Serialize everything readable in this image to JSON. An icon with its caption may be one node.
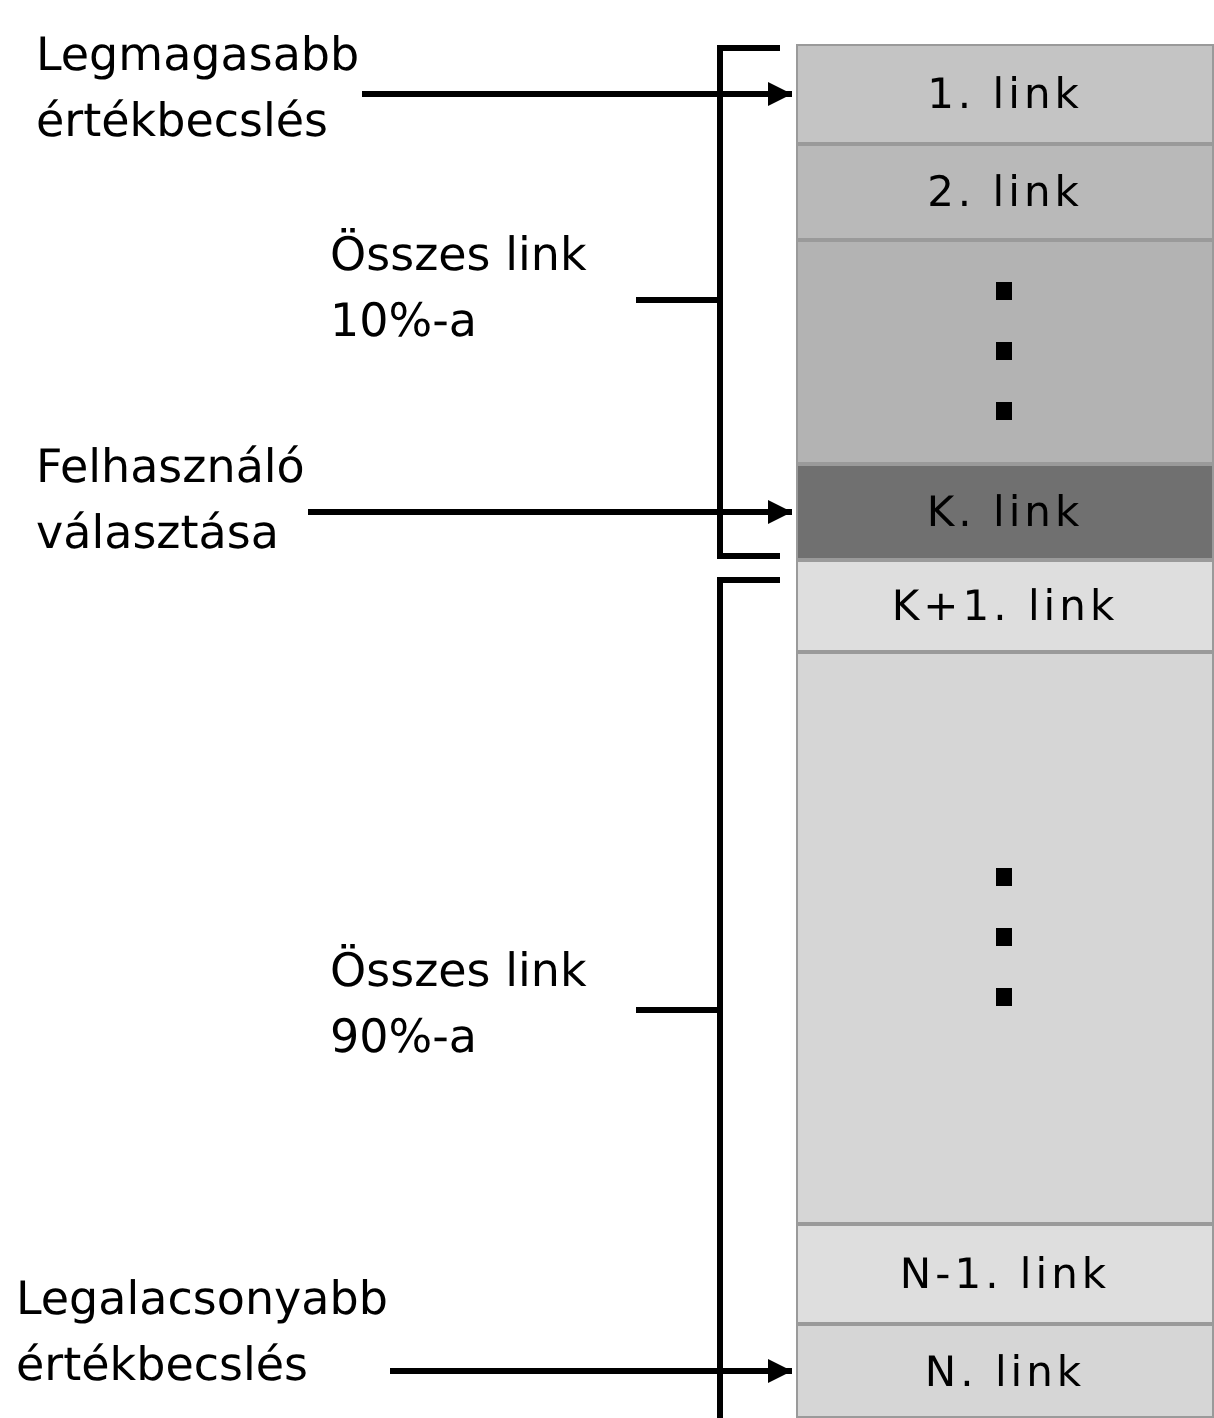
{
  "diagram": {
    "nodes": [
      {
        "text": [
          "Legmagasabb értékbecslés"
        ]
      },
      {
        "text": [
          "1. link"
        ]
      },
      {
        "text": [
          "2. link"
        ]
      },
      {
        "text": [],
        "shape": "box"
      },
      {
        "text": [
          "Felhasználó választása"
        ]
      },
      {
        "text": [
          "K. link"
        ]
      },
      {
        "text": [
          "K+1. link"
        ]
      },
      {
        "text": [],
        "shape": "box"
      },
      {
        "text": [
          "N-1. link"
        ]
      },
      {
        "text": [
          "Legalacsonyabb értékbecslés"
        ]
      },
      {
        "text": [
          "N. link"
        ]
      }
    ],
    "edges": [
      {
        "from": 0,
        "to": 1,
        "arrow": "to"
      },
      {
        "from": 4,
        "to": 5,
        "arrow": "to"
      },
      {
        "from": 9,
        "to": 10,
        "arrow": "to"
      }
    ],
    "labels": [
      "Összes link 10%-a",
      "Összes link 90%-a"
    ]
  }
}
